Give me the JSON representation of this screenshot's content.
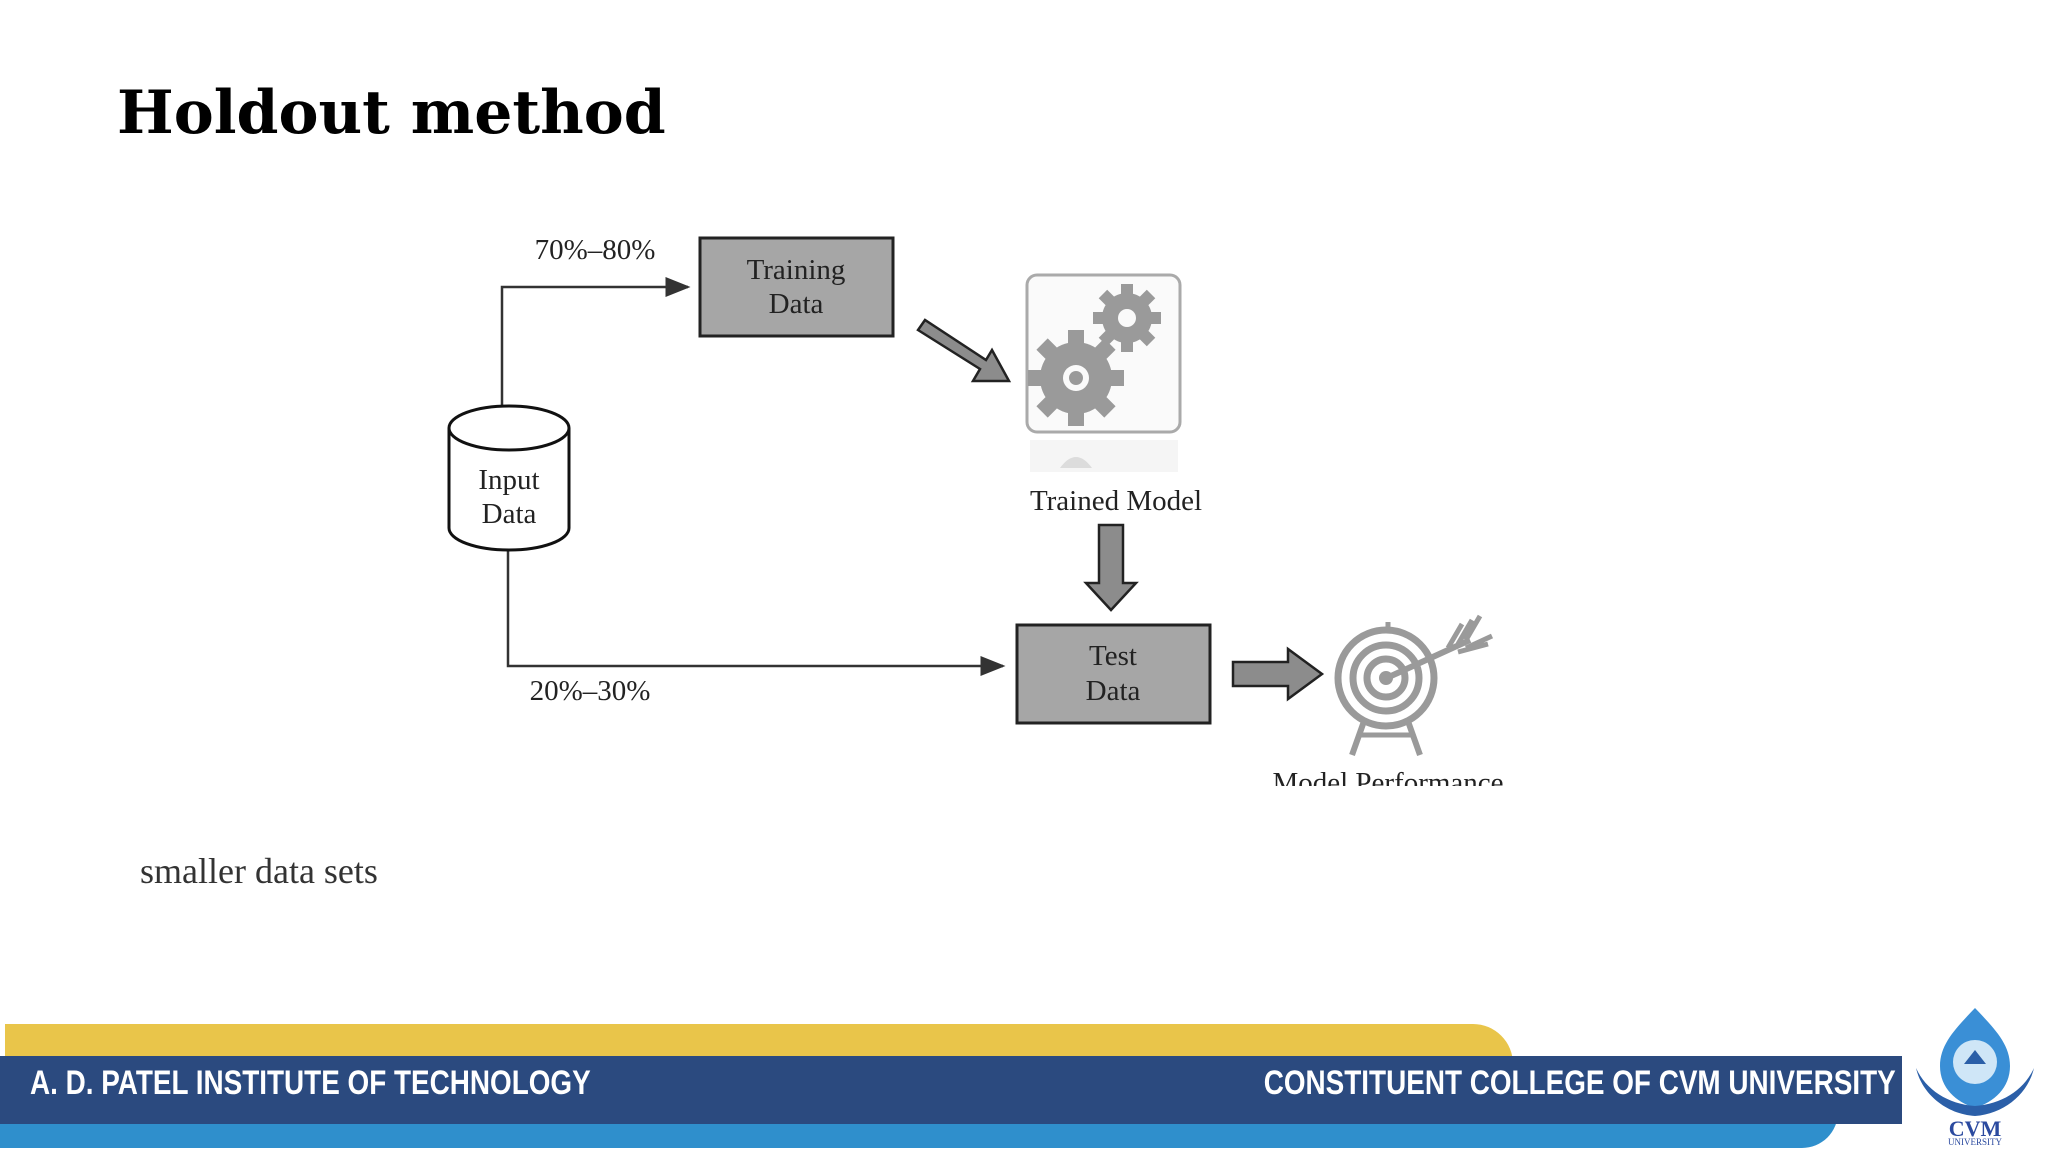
{
  "slide": {
    "title": "Holdout method",
    "body": "smaller data sets"
  },
  "diagram": {
    "input_label_1": "Input",
    "input_label_2": "Data",
    "train_split": "70%–80%",
    "test_split": "20%–30%",
    "training_label_1": "Training",
    "training_label_2": "Data",
    "trained_model_label": "Trained Model",
    "test_label_1": "Test",
    "test_label_2": "Data",
    "performance_label": "Model Performance"
  },
  "footer": {
    "institute": "A. D. PATEL INSTITUTE OF TECHNOLOGY",
    "college": "CONSTITUENT COLLEGE OF CVM UNIVERSITY",
    "logo_text": "CVM",
    "logo_subtext": "UNIVERSITY"
  },
  "colors": {
    "footer_navy": "#2b4a7f",
    "footer_yellow": "#e9c54a",
    "footer_lightblue": "#2f8fcc",
    "box_fill": "#a6a6a6"
  }
}
